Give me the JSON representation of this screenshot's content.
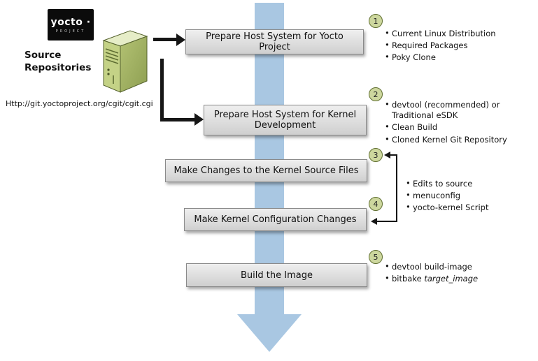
{
  "colors": {
    "flow_arrow": "#a9c7e2",
    "box_fill_top": "#efefef",
    "box_fill_bottom": "#cfcfcf",
    "box_border": "#8a8a8a",
    "badge_fill": "#cdd79e",
    "badge_border": "#5f6e2f",
    "logo_bg": "#0b0b0b",
    "server_front": "#c4d286",
    "server_side": "#9fb15f",
    "connector": "#161616"
  },
  "logo": {
    "brand": "yocto ·",
    "project": "PROJECT"
  },
  "source": {
    "label": "Source Repositories",
    "url": "Http://git.yoctoproject.org/cgit/cgit.cgi"
  },
  "badges": {
    "n1": "1",
    "n2": "2",
    "n3": "3",
    "n4": "4",
    "n5": "5"
  },
  "boxes": {
    "step1": "Prepare Host System for Yocto Project",
    "step2": "Prepare Host System for Kernel Development",
    "step3": "Make Changes to the Kernel Source Files",
    "step4": "Make Kernel Configuration Changes",
    "step5": "Build the Image"
  },
  "notes": {
    "step1": [
      "Current Linux Distribution",
      "Required Packages",
      "Poky Clone"
    ],
    "step2": [
      "devtool (recommended) or Traditional eSDK",
      "Clean Build",
      "Cloned Kernel Git Repository"
    ],
    "steps34": [
      "Edits to source",
      "menuconfig",
      "yocto-kernel Script"
    ],
    "step5_item1": "devtool build-image",
    "step5_item2_prefix": "bitbake ",
    "step5_item2_italic": "target_image"
  }
}
